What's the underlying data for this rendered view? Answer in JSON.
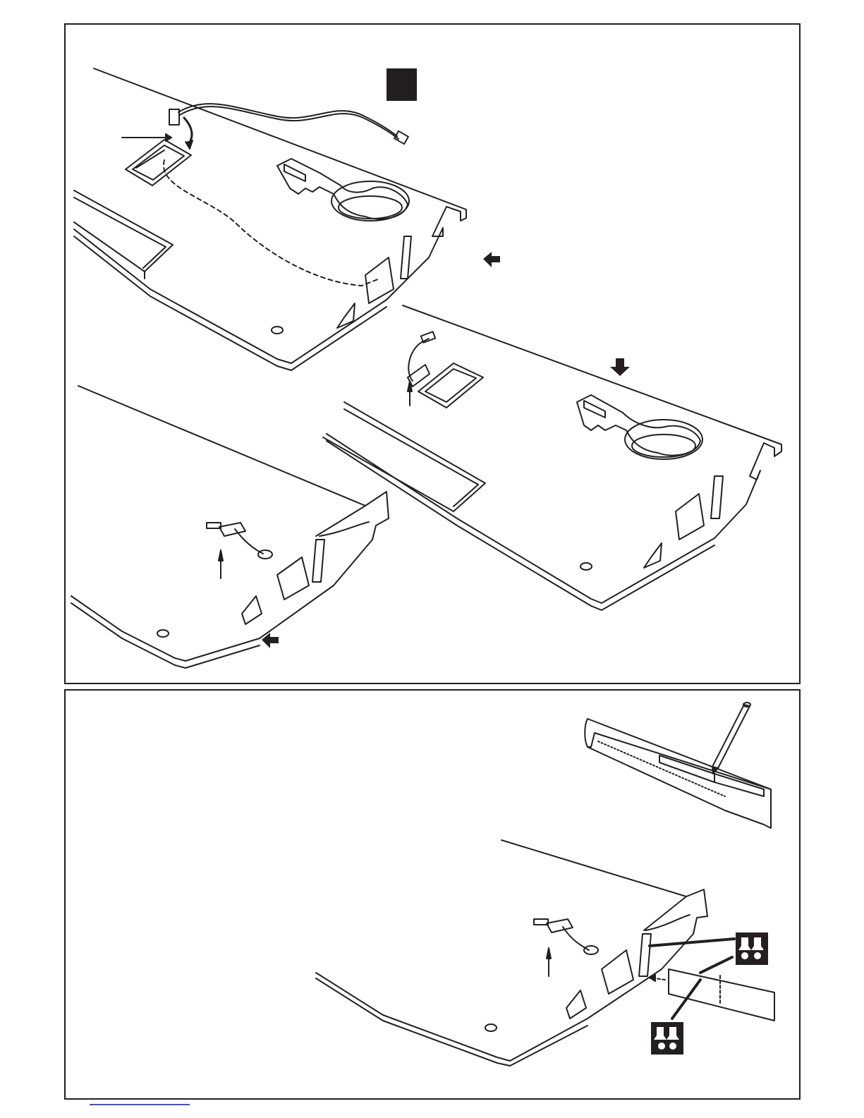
{
  "page": {
    "background": "#ffffff",
    "line_color": "#231f20",
    "link_color": "#3b4fd8"
  },
  "top_panel": {
    "step_badge_color": "#231f20",
    "arrows": [
      "arrow-left-icon",
      "arrow-down-icon",
      "arrow-left-icon"
    ],
    "wings": [
      "wing-top-left",
      "wing-top-right",
      "wing-lower-left"
    ]
  },
  "bottom_panel": {
    "tools": [
      "ruler-icon",
      "pencil-icon"
    ],
    "glue_icons": [
      "glue-bottle-pair-icon",
      "glue-bottle-pair-icon"
    ]
  }
}
